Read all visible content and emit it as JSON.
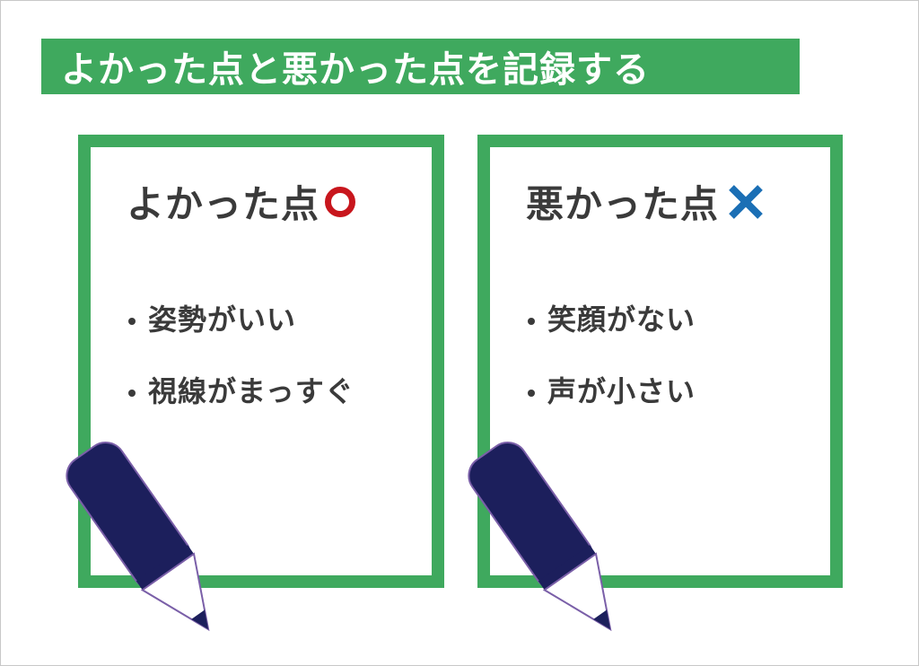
{
  "banner": {
    "title": "よかった点と悪かった点を記録する"
  },
  "cards": {
    "good": {
      "title": "よかった点",
      "mark": "circle",
      "mark_color": "#c8161d",
      "items": [
        "姿勢がいい",
        "視線がまっすぐ"
      ]
    },
    "bad": {
      "title": "悪かった点",
      "mark": "cross",
      "mark_color": "#1b6fb5",
      "items": [
        "笑顔がない",
        "声が小さい"
      ]
    }
  },
  "colors": {
    "green": "#3fa95e",
    "pencil_body": "#1c1f5c",
    "pencil_outline": "#7a5fa8",
    "text": "#3a3a3a"
  },
  "icons": {
    "pencil": "pencil-icon",
    "good_mark": "circle-mark-icon",
    "bad_mark": "cross-mark-icon"
  }
}
